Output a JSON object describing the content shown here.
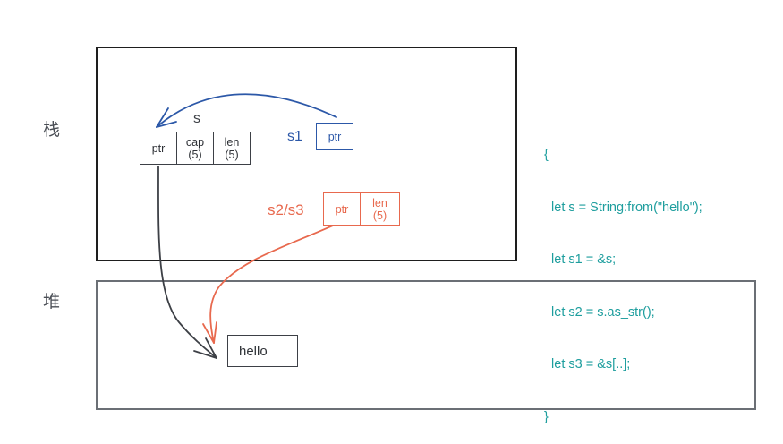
{
  "labels": {
    "stack": "栈",
    "heap": "堆"
  },
  "stack": {
    "s": {
      "name": "s",
      "cells": [
        {
          "line1": "ptr",
          "line2": ""
        },
        {
          "line1": "cap",
          "line2": "(5)"
        },
        {
          "line1": "len",
          "line2": "(5)"
        }
      ]
    },
    "s1": {
      "name": "s1",
      "cells": [
        {
          "line1": "ptr",
          "line2": ""
        }
      ]
    },
    "s2s3": {
      "name": "s2/s3",
      "cells": [
        {
          "line1": "ptr",
          "line2": ""
        },
        {
          "line1": "len",
          "line2": "(5)"
        }
      ]
    }
  },
  "heap": {
    "value": "hello"
  },
  "code": {
    "lines": [
      "{",
      "  let s = String:from(\"hello\");",
      "  let s1 = &s;",
      "  let s2 = s.as_str();",
      "  let s3 = &s[..];",
      "}"
    ]
  },
  "colors": {
    "s1": "#2c58a8",
    "s2s3": "#e8694e",
    "code": "#1e9e9e",
    "s_pointer": "#3d4046"
  }
}
